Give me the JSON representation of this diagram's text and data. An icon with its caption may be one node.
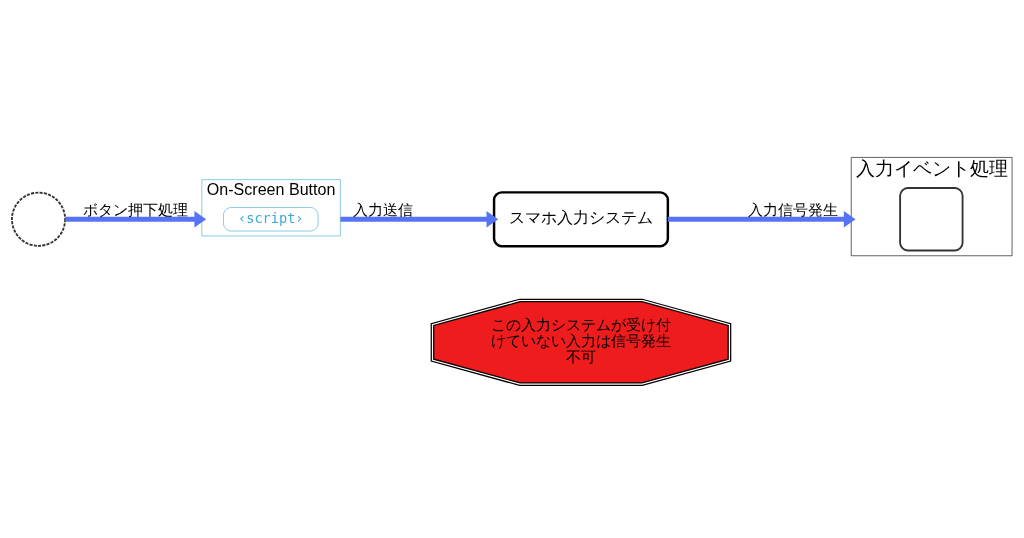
{
  "diagram": {
    "nodes": [
      {
        "text": [],
        "shape": "circle"
      },
      {
        "text": [
          "On-Screen Button"
        ]
      },
      {
        "text": [
          "‹script›"
        ],
        "in": 1
      },
      {
        "text": [
          "スマホ入力システム"
        ]
      },
      {
        "text": [
          "この入力システムが受け付けていない入力は信号発生不可"
        ]
      },
      {
        "text": [
          "入力イベント処理"
        ]
      },
      {
        "text": [],
        "shape": "box",
        "in": 5
      }
    ],
    "edges": [
      {
        "from": 0,
        "to": 1,
        "arrow": "to",
        "label": "ボタン押下処理"
      },
      {
        "from": 1,
        "to": 3,
        "arrow": "to",
        "label": "入力送信"
      },
      {
        "from": 3,
        "to": 5,
        "arrow": "to",
        "label": "入力信号発生"
      }
    ]
  }
}
